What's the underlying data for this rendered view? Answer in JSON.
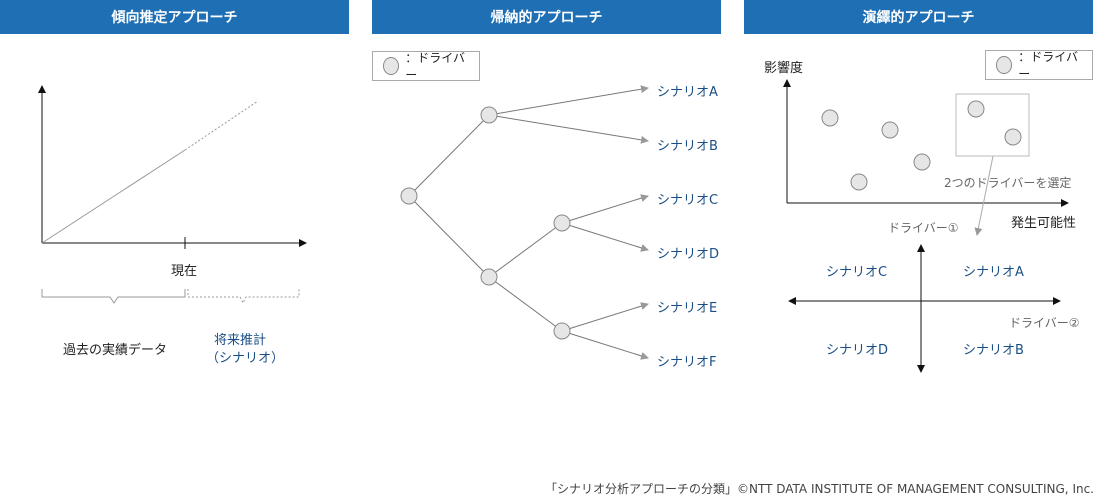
{
  "headers": [
    "傾向推定アプローチ",
    "帰納的アプローチ",
    "演繹的アプローチ"
  ],
  "left": {
    "now_label": "現在",
    "past_label": "過去の実績データ",
    "future_label_1": "将来推計",
    "future_label_2": "（シナリオ）"
  },
  "middle": {
    "legend": "：ドライバー",
    "scenarios": [
      "シナリオA",
      "シナリオB",
      "シナリオC",
      "シナリオD",
      "シナリオE",
      "シナリオF"
    ]
  },
  "right": {
    "legend": "：ドライバー",
    "y_label": "影響度",
    "x_label": "発生可能性",
    "selection_note": "2つのドライバーを選定",
    "driver1": "ドライバー①",
    "driver2": "ドライバー②",
    "quadrants": {
      "top_left": "シナリオC",
      "top_right": "シナリオA",
      "bottom_left": "シナリオD",
      "bottom_right": "シナリオB"
    }
  },
  "footer": "「シナリオ分析アプローチの分類」©NTT DATA INSTITUTE OF MANAGEMENT CONSULTING, Inc."
}
